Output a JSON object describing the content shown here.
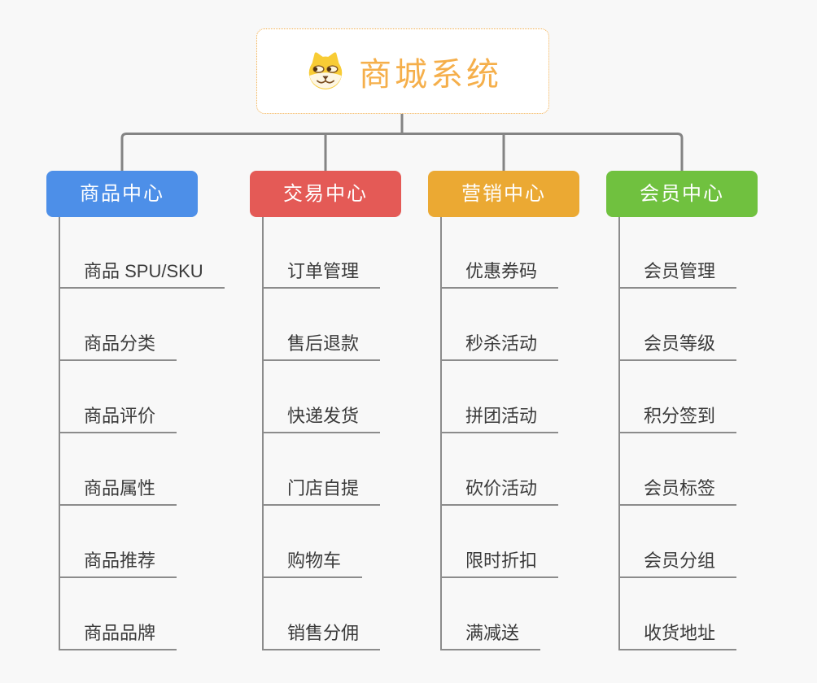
{
  "root": {
    "title": "商城系统",
    "icon": "dog-face-icon"
  },
  "branches": [
    {
      "label": "商品中心",
      "color": "#4d8fe8",
      "items": [
        "商品 SPU/SKU",
        "商品分类",
        "商品评价",
        "商品属性",
        "商品推荐",
        "商品品牌"
      ]
    },
    {
      "label": "交易中心",
      "color": "#e45a56",
      "items": [
        "订单管理",
        "售后退款",
        "快递发货",
        "门店自提",
        "购物车",
        "销售分佣"
      ]
    },
    {
      "label": "营销中心",
      "color": "#eba933",
      "items": [
        "优惠券码",
        "秒杀活动",
        "拼团活动",
        "砍价活动",
        "限时折扣",
        "满减送"
      ]
    },
    {
      "label": "会员中心",
      "color": "#70c13f",
      "items": [
        "会员管理",
        "会员等级",
        "积分签到",
        "会员标签",
        "会员分组",
        "收货地址"
      ]
    }
  ],
  "theme": {
    "canvas_bg": "#f8f8f8",
    "connector_color": "#848484",
    "leaf_line_color": "#8c8c8c",
    "leaf_text_color": "#3a3a3a",
    "root_border_color": "#f3ae4b",
    "root_title_color": "#f5af4b"
  }
}
